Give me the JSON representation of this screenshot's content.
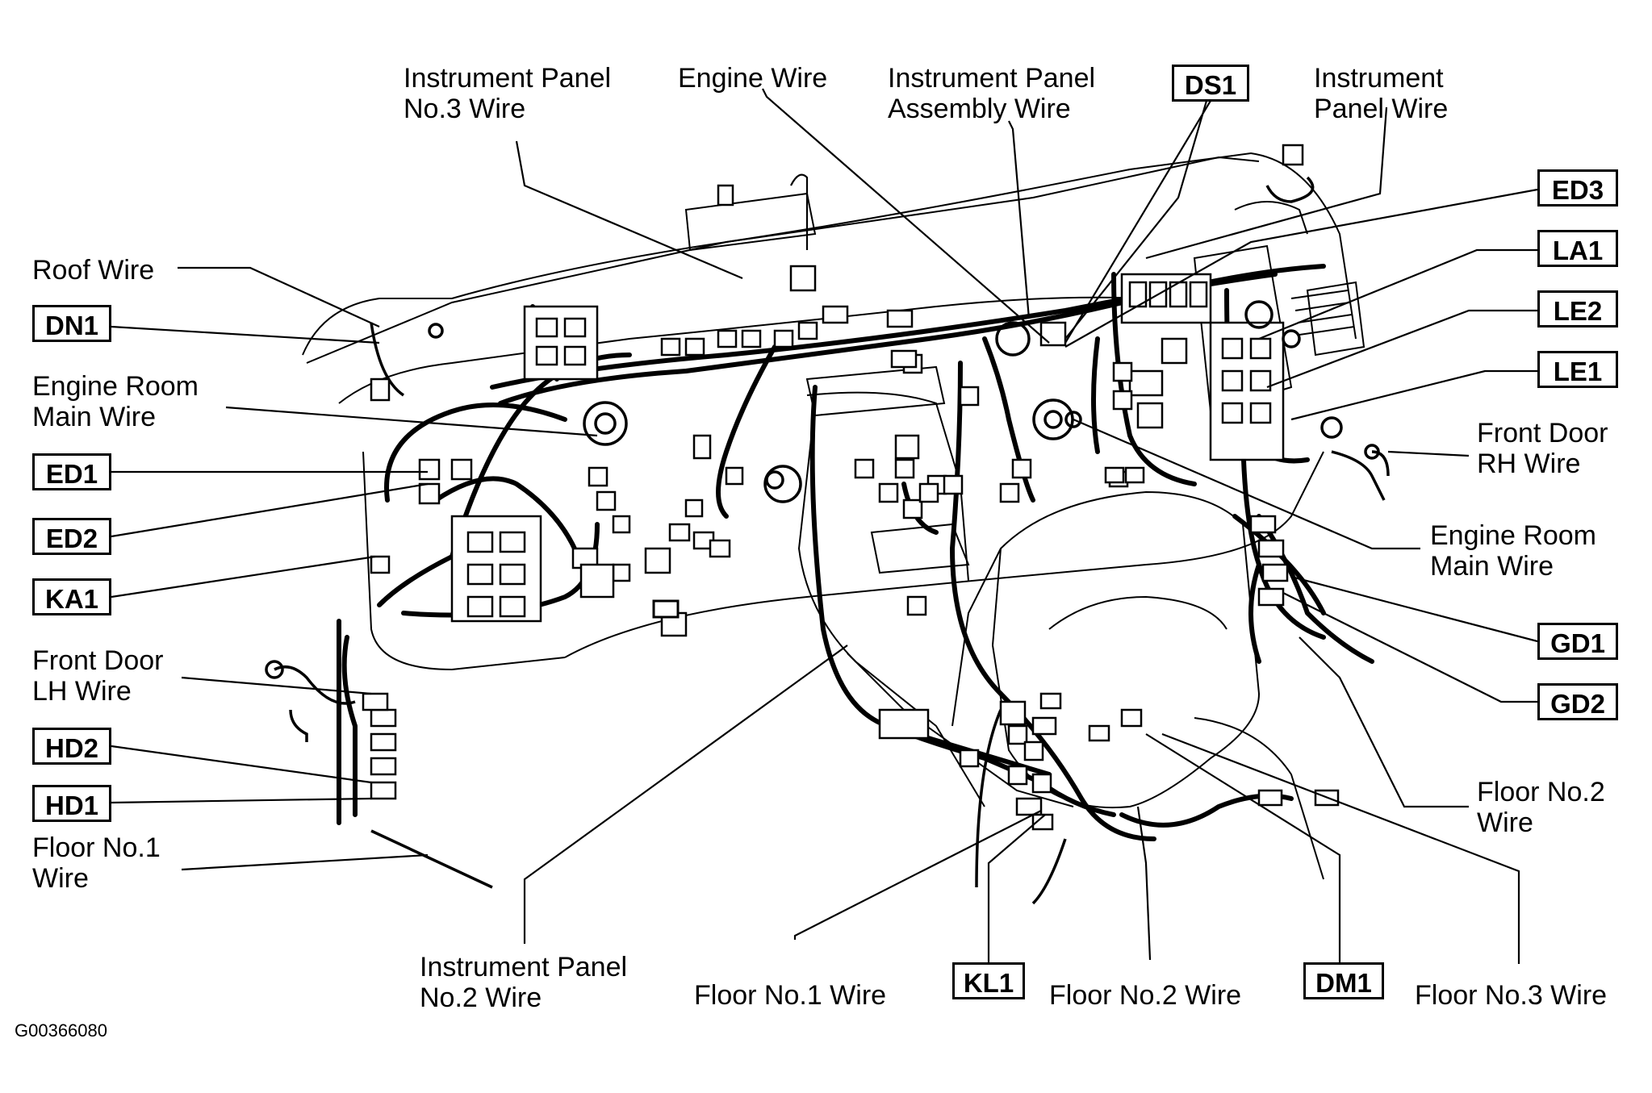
{
  "labels": {
    "instrument_panel_no3_wire": "Instrument Panel\nNo.3 Wire",
    "engine_wire": "Engine Wire",
    "instrument_panel_assembly_wire": "Instrument Panel\nAssembly Wire",
    "instrument_panel_wire": "Instrument\nPanel Wire",
    "roof_wire": "Roof Wire",
    "engine_room_main_wire_left": "Engine Room\nMain Wire",
    "front_door_lh_wire": "Front Door\nLH Wire",
    "floor_no1_wire_left": "Floor No.1\nWire",
    "front_door_rh_wire": "Front Door\nRH Wire",
    "engine_room_main_wire_right": "Engine Room\nMain Wire",
    "floor_no2_wire_right": "Floor No.2\nWire",
    "instrument_panel_no2_wire": "Instrument Panel\nNo.2 Wire",
    "floor_no1_wire_bottom": "Floor No.1 Wire",
    "floor_no2_wire_bottom": "Floor No.2 Wire",
    "floor_no3_wire_bottom": "Floor No.3 Wire"
  },
  "connectors": {
    "ds1": "DS1",
    "ed3": "ED3",
    "la1": "LA1",
    "le2": "LE2",
    "le1": "LE1",
    "dn1": "DN1",
    "ed1": "ED1",
    "ed2": "ED2",
    "ka1": "KA1",
    "hd2": "HD2",
    "hd1": "HD1",
    "gd1": "GD1",
    "gd2": "GD2",
    "kl1": "KL1",
    "dm1": "DM1"
  },
  "figure_id": "G00366080"
}
